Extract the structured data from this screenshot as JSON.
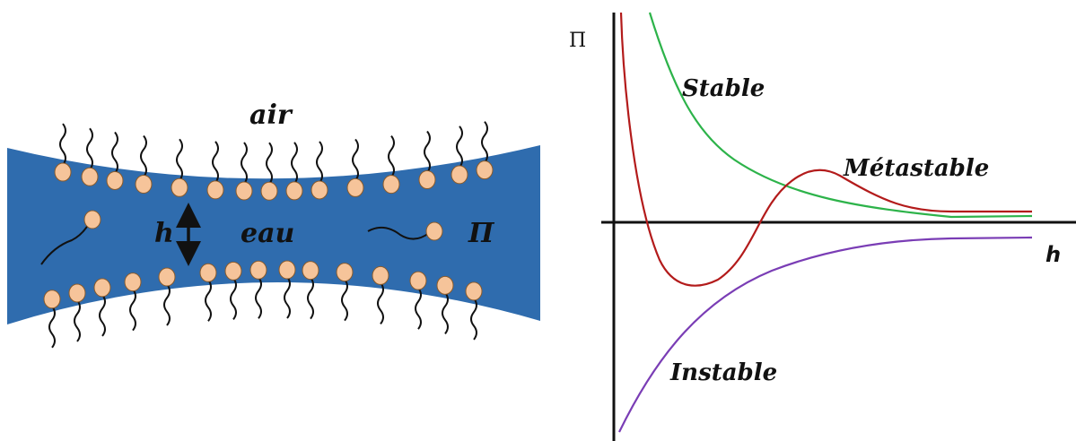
{
  "film_diagram": {
    "label_air": "air",
    "label_water": "eau",
    "label_thickness": "h",
    "label_pressure": "Π",
    "colors": {
      "film": "#2f6cae",
      "head": "#f6c49a",
      "head_outline": "#8a5a2a",
      "tail": "#111111"
    },
    "icons": [
      "surfactant-molecule",
      "double-arrow-icon"
    ]
  },
  "pressure_chart": {
    "y_axis_label": "Π",
    "x_axis_label": "h",
    "curves": [
      {
        "label": "Stable",
        "color": "#2db34a"
      },
      {
        "label": "Métastable",
        "color": "#b31b1b"
      },
      {
        "label": "Instable",
        "color": "#7a3db5"
      }
    ]
  }
}
